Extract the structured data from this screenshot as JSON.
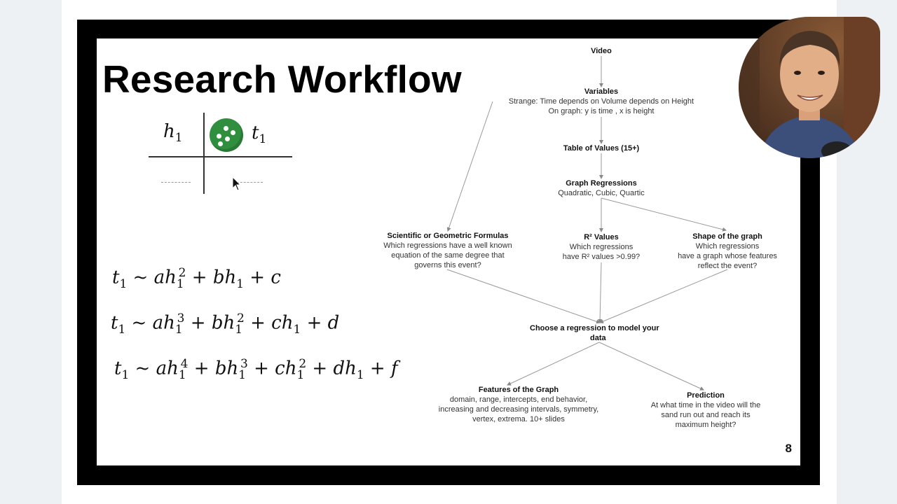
{
  "slide": {
    "title": "Research Workflow",
    "page_number": "8"
  },
  "table": {
    "left_header": "h",
    "left_sub": "1",
    "right_header": "t",
    "right_sub": "1"
  },
  "equations": [
    {
      "id": "quadratic",
      "text": "t₁ ~ ah₁² + bh₁ + c"
    },
    {
      "id": "cubic",
      "text": "t₁ ~ ah₁³ + bh₁² + ch₁ + d"
    },
    {
      "id": "quartic",
      "text": "t₁ ~ ah₁⁴ + bh₁³ + ch₁² + dh₁ + f"
    }
  ],
  "flowchart": {
    "video": {
      "title": "Video"
    },
    "variables": {
      "title": "Variables",
      "line1": "Strange: Time depends on Volume depends on Height",
      "line2": "On graph: y is time , x is height"
    },
    "table_of_values": {
      "title": "Table of Values (15+)"
    },
    "graph_regressions": {
      "title": "Graph Regressions",
      "line1": "Quadratic, Cubic, Quartic"
    },
    "formulas": {
      "title": "Scientific or Geometric Formulas",
      "line1": "Which regressions have a well known",
      "line2": "equation of the same degree that",
      "line3": "governs this event?"
    },
    "r2": {
      "title": "R² Values",
      "line1": "Which regressions",
      "line2": "have R² values >0.99?"
    },
    "shape": {
      "title": "Shape of the graph",
      "line1": "Which regressions",
      "line2": "have a graph whose features",
      "line3": "reflect the event?"
    },
    "choose": {
      "title_line1": "Choose a regression to model your",
      "title_line2": "data"
    },
    "features": {
      "title": "Features of the Graph",
      "line1": "domain, range, intercepts, end behavior,",
      "line2": "increasing and decreasing intervals, symmetry,",
      "line3": "vertex, extrema. 10+ slides"
    },
    "prediction": {
      "title": "Prediction",
      "line1": "At what time in the video will the",
      "line2": "sand run out and reach its",
      "line3": "maximum height?"
    }
  },
  "colors": {
    "ball": "#2f8f3e",
    "frame": "#000000",
    "arrow": "#999999"
  }
}
